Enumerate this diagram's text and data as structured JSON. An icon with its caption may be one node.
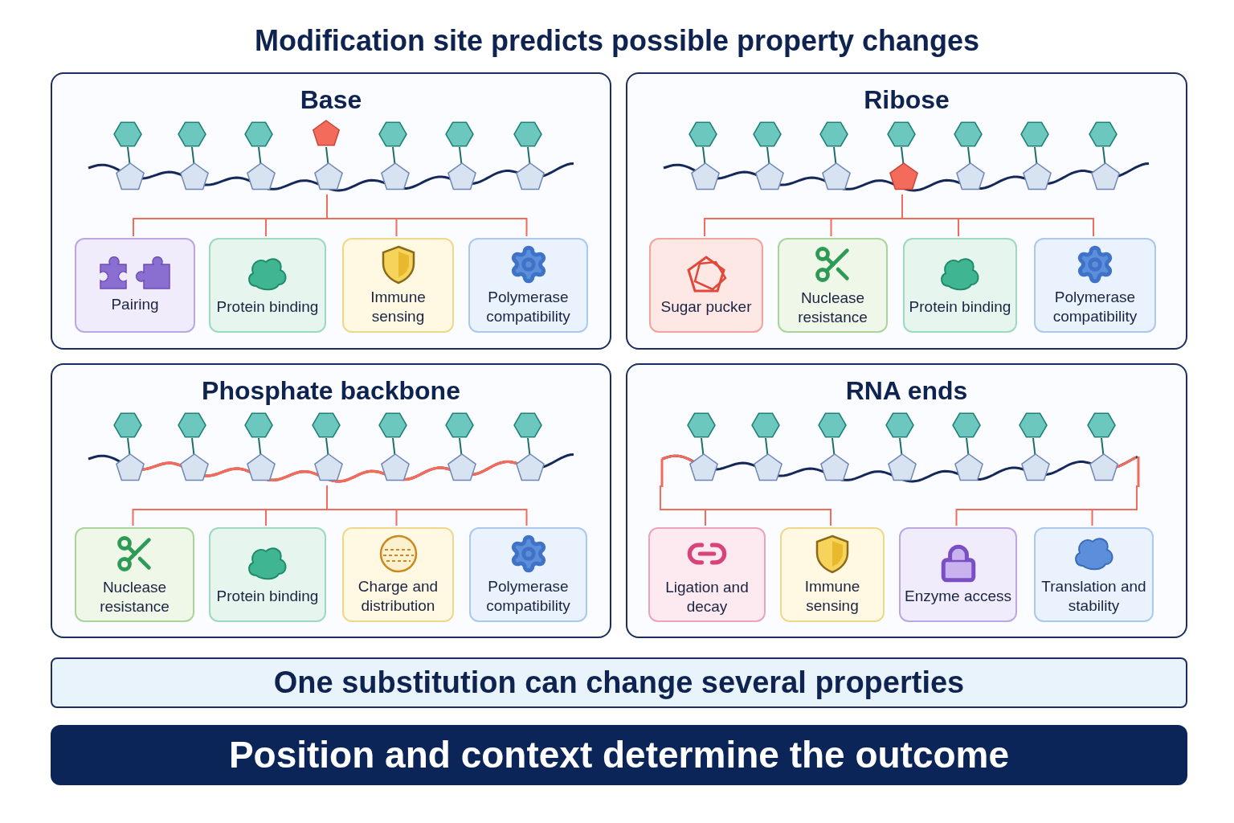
{
  "diagram": {
    "title": "Modification site predicts possible property changes",
    "nodes": [
      {
        "text": [
          "Base"
        ]
      },
      {
        "text": [],
        "shape": "picture",
        "in": 0
      },
      {
        "text": [
          "Pairing"
        ],
        "in": 0
      },
      {
        "text": [
          "Protein binding"
        ],
        "in": 0
      },
      {
        "text": [
          "Immune sensing"
        ],
        "in": 0
      },
      {
        "text": [
          "Polymerase compatibility"
        ],
        "in": 0
      },
      {
        "text": [
          "Ribose"
        ]
      },
      {
        "text": [],
        "shape": "picture",
        "in": 6
      },
      {
        "text": [
          "Sugar pucker"
        ],
        "in": 6
      },
      {
        "text": [
          "Nuclease resistance"
        ],
        "in": 6
      },
      {
        "text": [
          "Protein binding"
        ],
        "in": 6
      },
      {
        "text": [
          "Polymerase compatibility"
        ],
        "in": 6
      },
      {
        "text": [
          "Phosphate backbone"
        ]
      },
      {
        "text": [],
        "shape": "picture",
        "in": 12
      },
      {
        "text": [
          "Nuclease resistance"
        ],
        "in": 12
      },
      {
        "text": [
          "Protein binding"
        ],
        "in": 12
      },
      {
        "text": [
          "Charge and distribution"
        ],
        "in": 12
      },
      {
        "text": [
          "Polymerase compatibility"
        ],
        "in": 12
      },
      {
        "text": [
          "RNA ends"
        ]
      },
      {
        "text": [],
        "shape": "picture",
        "in": 18
      },
      {
        "text": [
          "Ligation and decay"
        ],
        "in": 18
      },
      {
        "text": [
          "Immune sensing"
        ],
        "in": 18
      },
      {
        "text": [
          "Enzyme access"
        ],
        "in": 18
      },
      {
        "text": [
          "Translation and stability"
        ],
        "in": 18
      },
      {
        "text": [
          "One substitution can change several properties"
        ]
      },
      {
        "text": [
          "Position and context determine the outcome"
        ]
      }
    ],
    "edges": [
      {
        "from": 1,
        "to": 2,
        "arrow": "none"
      },
      {
        "from": 1,
        "to": 3,
        "arrow": "none"
      },
      {
        "from": 1,
        "to": 4,
        "arrow": "none"
      },
      {
        "from": 1,
        "to": 5,
        "arrow": "none"
      },
      {
        "from": 7,
        "to": 8,
        "arrow": "none"
      },
      {
        "from": 7,
        "to": 9,
        "arrow": "none"
      },
      {
        "from": 7,
        "to": 10,
        "arrow": "none"
      },
      {
        "from": 7,
        "to": 11,
        "arrow": "none"
      },
      {
        "from": 13,
        "to": 14,
        "arrow": "none"
      },
      {
        "from": 13,
        "to": 15,
        "arrow": "none"
      },
      {
        "from": 13,
        "to": 16,
        "arrow": "none"
      },
      {
        "from": 13,
        "to": 17,
        "arrow": "none"
      },
      {
        "from": 19,
        "to": 20,
        "arrow": "none"
      },
      {
        "from": 19,
        "to": 21,
        "arrow": "none"
      },
      {
        "from": 19,
        "to": 22,
        "arrow": "none"
      },
      {
        "from": 19,
        "to": 23,
        "arrow": "none"
      }
    ]
  }
}
